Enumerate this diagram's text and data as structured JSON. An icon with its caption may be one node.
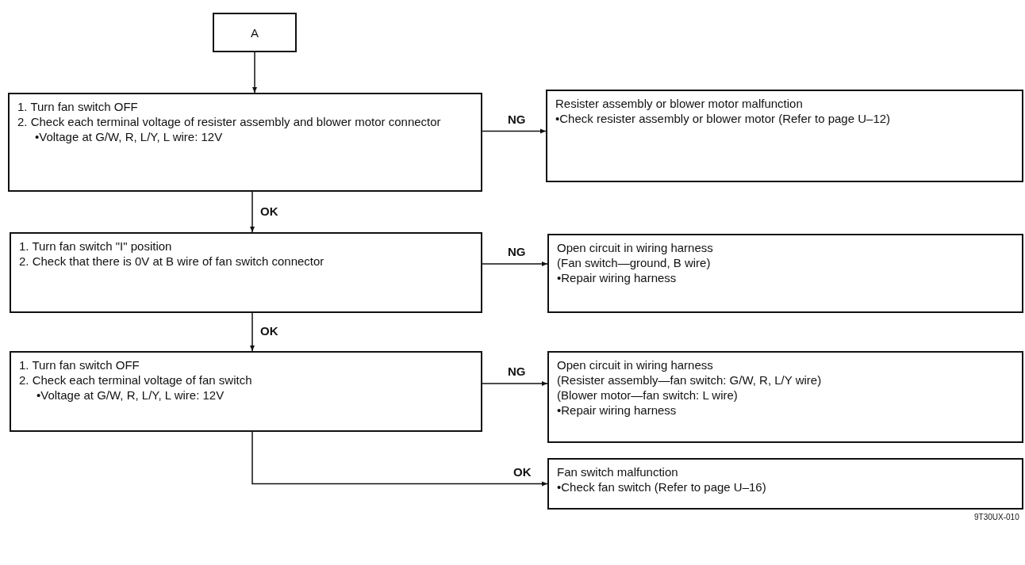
{
  "diagram": {
    "nodes": [
      {
        "text": [
          "A"
        ]
      },
      {
        "text": [
          "1. Turn fan switch OFF",
          "2. Check each terminal voltage of resister assembly and blower motor connector",
          "•Voltage at G/W, R, L/Y, L wire: 12V"
        ]
      },
      {
        "text": [
          "Resister assembly or blower motor malfunction",
          "•Check resister assembly or blower motor (Refer to page U–12)"
        ]
      },
      {
        "text": [
          "1. Turn fan switch \"I\" position",
          "2. Check that there is 0V at B wire of fan switch connector"
        ]
      },
      {
        "text": [
          "Open circuit in wiring harness",
          "(Fan switch—ground, B wire)",
          "•Repair wiring harness"
        ]
      },
      {
        "text": [
          "1. Turn fan switch OFF",
          "2. Check each terminal voltage of fan switch",
          "•Voltage at G/W, R, L/Y, L wire: 12V"
        ]
      },
      {
        "text": [
          "Open circuit in wiring harness",
          "(Resister assembly—fan switch: G/W, R, L/Y wire)",
          "(Blower motor—fan switch: L wire)",
          "•Repair wiring harness"
        ]
      },
      {
        "text": [
          "Fan switch malfunction",
          "•Check fan switch (Refer to page U–16)"
        ]
      }
    ],
    "edges": [
      {
        "from": 0,
        "to": 1,
        "arrow": "to"
      },
      {
        "from": 1,
        "to": 2,
        "arrow": "to",
        "label": "NG"
      },
      {
        "from": 1,
        "to": 3,
        "arrow": "to",
        "label": "OK"
      },
      {
        "from": 3,
        "to": 4,
        "arrow": "to",
        "label": "NG"
      },
      {
        "from": 3,
        "to": 5,
        "arrow": "to",
        "label": "OK"
      },
      {
        "from": 5,
        "to": 6,
        "arrow": "to",
        "label": "NG"
      },
      {
        "from": 5,
        "to": 7,
        "arrow": "to",
        "label": "OK"
      }
    ],
    "labels": [
      "9T30UX-010"
    ]
  }
}
